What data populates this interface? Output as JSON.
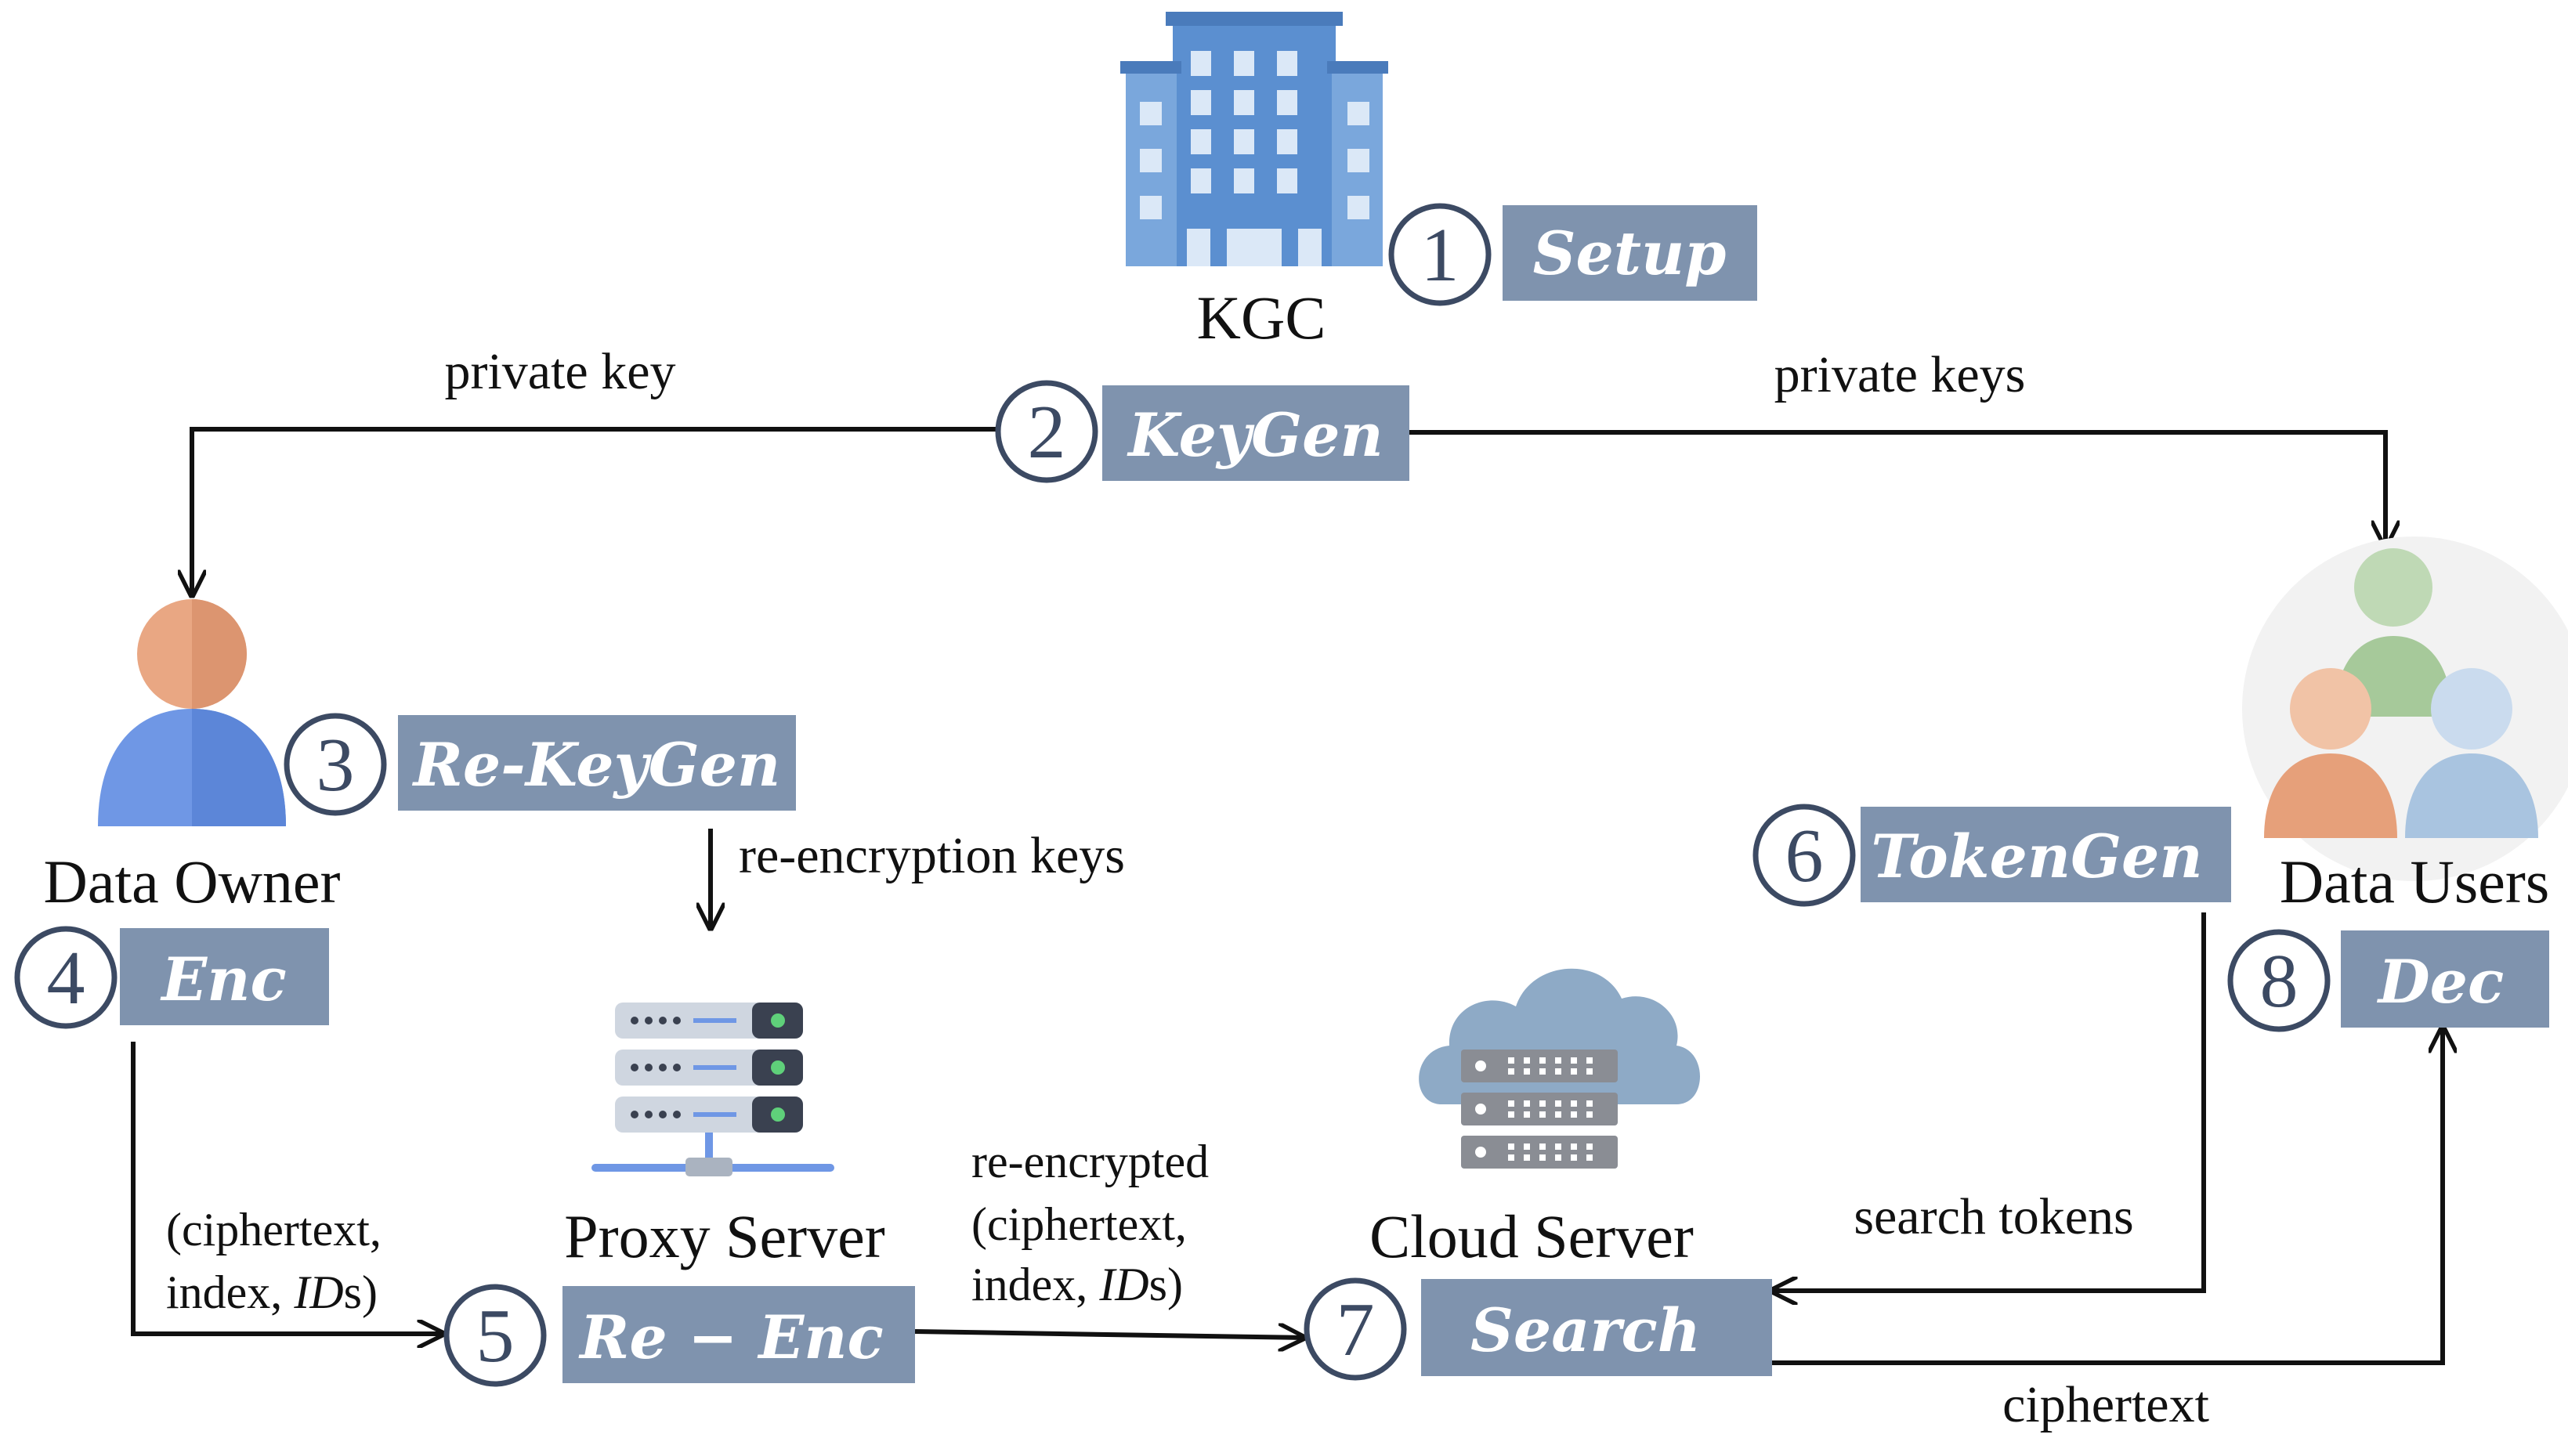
{
  "entities": {
    "kgc": "KGC",
    "data_owner": "Data Owner",
    "data_users": "Data Users",
    "proxy_server": "Proxy Server",
    "cloud_server": "Cloud Server"
  },
  "steps": [
    {
      "num": "1",
      "label": "Setup"
    },
    {
      "num": "2",
      "label": "KeyGen"
    },
    {
      "num": "3",
      "label": "Re-KeyGen"
    },
    {
      "num": "4",
      "label": "Enc"
    },
    {
      "num": "5",
      "label": "Re − Enc"
    },
    {
      "num": "6",
      "label": "TokenGen"
    },
    {
      "num": "7",
      "label": "Search"
    },
    {
      "num": "8",
      "label": "Dec"
    }
  ],
  "edges": {
    "private_key": "private key",
    "private_keys": "private keys",
    "re_encryption_keys": "re-encryption keys",
    "enc_output": {
      "line1": "(ciphertext,",
      "line2_prefix": "index, ",
      "line2_italic": "ID",
      "line2_suffix": "s)"
    },
    "reenc_output": {
      "line0": "re-encrypted",
      "line1": "(ciphertext,",
      "line2_prefix": "index, ",
      "line2_italic": "ID",
      "line2_suffix": "s)"
    },
    "search_tokens": "search tokens",
    "ciphertext": "ciphertext"
  },
  "icons": [
    "building-icon",
    "user-icon",
    "users-group-icon",
    "server-rack-icon",
    "cloud-server-icon"
  ],
  "colors": {
    "step_box": "#7f93ae",
    "circle_stroke": "#3c4a63",
    "building": "#5b8fd0",
    "owner_head": "#e9a783",
    "owner_body": "#6f97e5",
    "users_green": "#a6c99a",
    "users_orange": "#e6a07a",
    "users_blue": "#a9c4e0",
    "cloud": "#8eaac6",
    "server_gray": "#8a8d94"
  }
}
